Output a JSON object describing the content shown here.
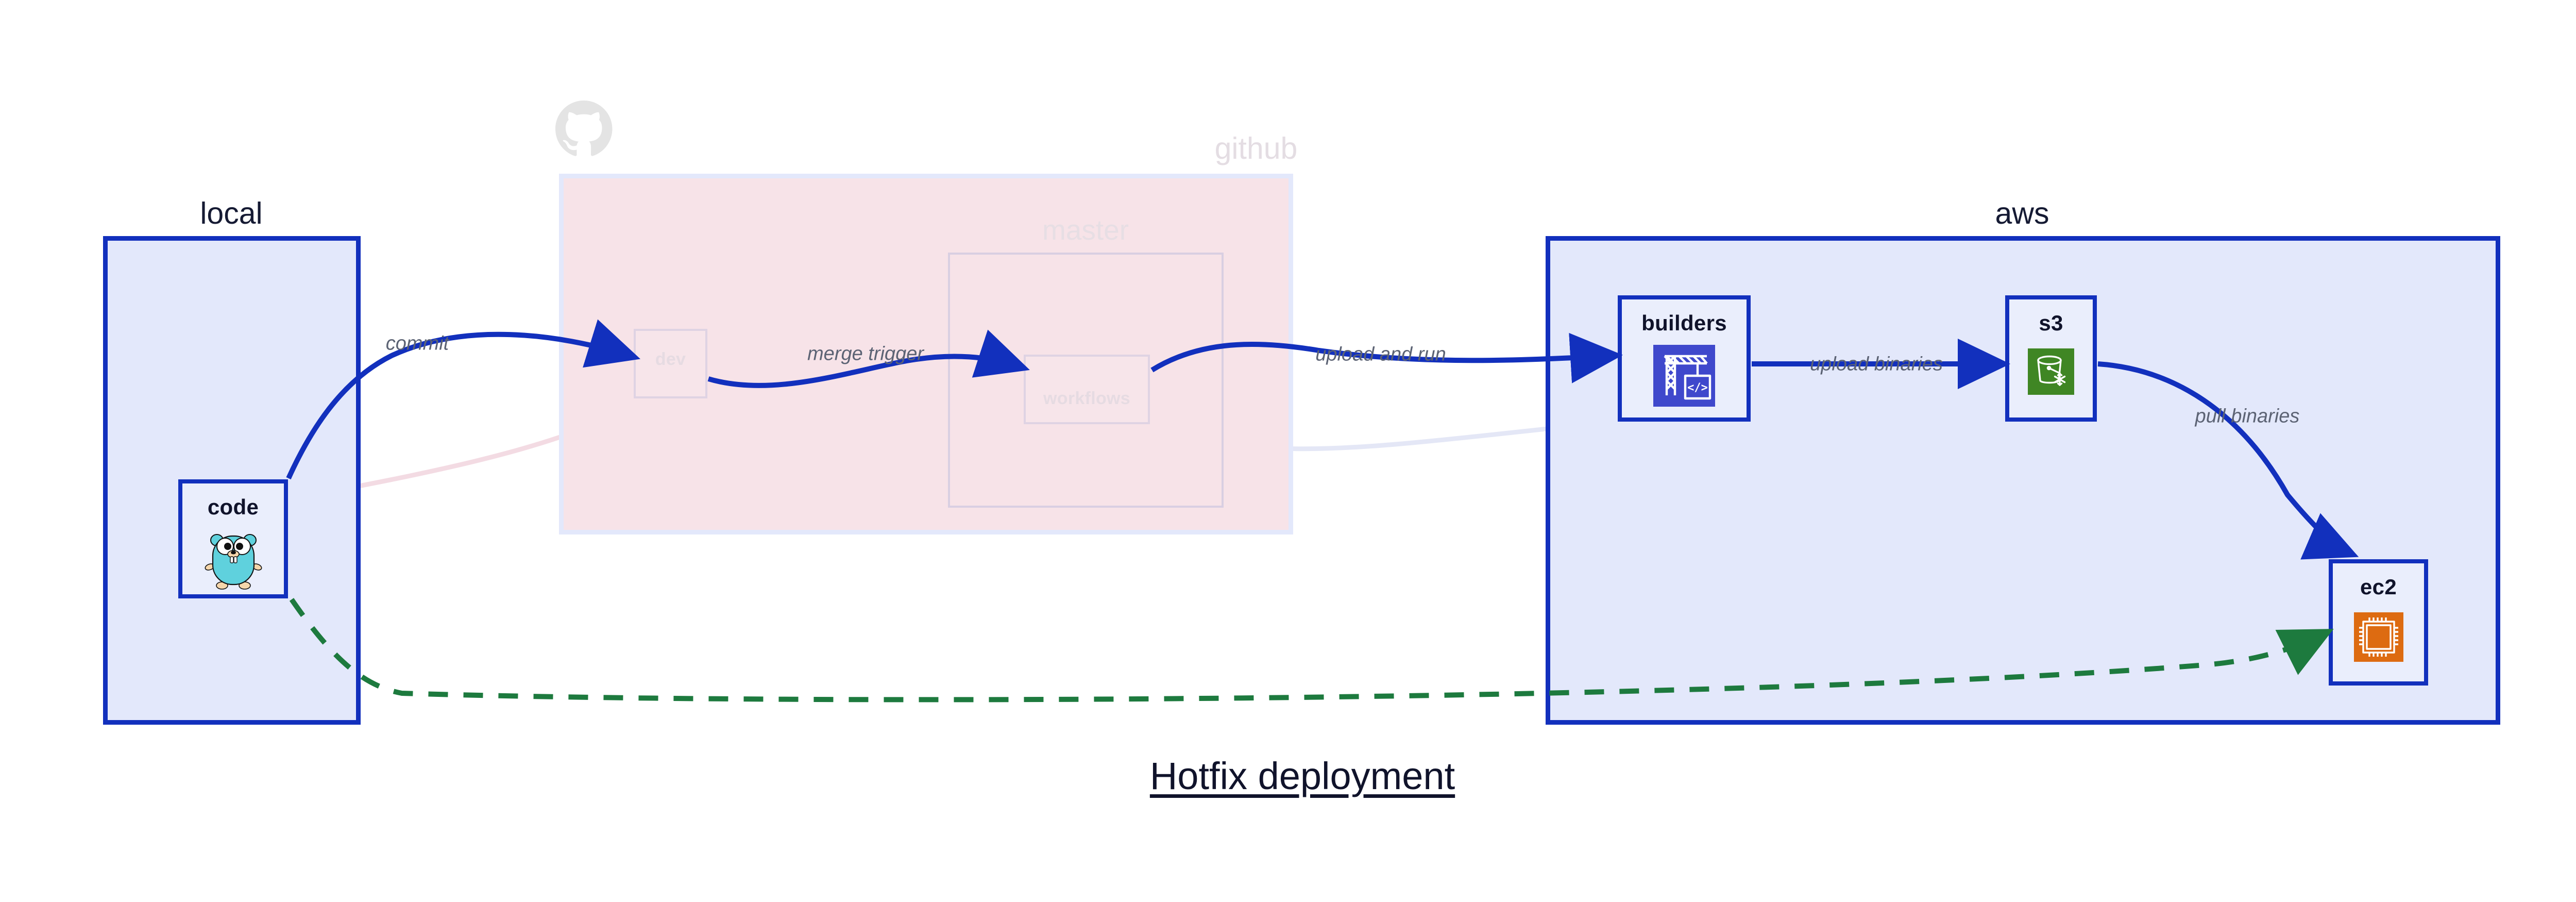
{
  "diagram": {
    "title": "Hotfix deployment",
    "background": "#ffffff",
    "accent_blue": "#1230bd",
    "cluster_fill_blue": "#e3e8fb",
    "cluster_fill_pink": "#f7e3e8",
    "edge_blue": "#1230bd",
    "edge_green": "#1d7a3e",
    "label_gray": "#5c6374"
  },
  "clusters": [
    {
      "id": "local",
      "label": "local",
      "state": "active"
    },
    {
      "id": "github",
      "label": "github",
      "state": "faded",
      "logo": "github-octocat-icon"
    },
    {
      "id": "master",
      "label": "master",
      "state": "faded"
    },
    {
      "id": "aws",
      "label": "aws",
      "state": "active"
    }
  ],
  "nodes": [
    {
      "id": "code",
      "label": "code",
      "cluster": "local",
      "icon": "go-gopher-icon",
      "state": "active"
    },
    {
      "id": "dev",
      "label": "dev",
      "cluster": "github",
      "icon": "none",
      "state": "faded"
    },
    {
      "id": "workflows",
      "label": "workflows",
      "cluster": "master",
      "icon": "none",
      "state": "faded"
    },
    {
      "id": "builders",
      "label": "builders",
      "cluster": "aws",
      "icon": "aws-codebuild-icon",
      "state": "active",
      "icon_color": "#3f48cc"
    },
    {
      "id": "s3",
      "label": "s3",
      "cluster": "aws",
      "icon": "aws-s3-glacier-icon",
      "state": "active",
      "icon_color": "#3f8624"
    },
    {
      "id": "ec2",
      "label": "ec2",
      "cluster": "aws",
      "icon": "aws-ec2-icon",
      "state": "active",
      "icon_color": "#dd6b11"
    }
  ],
  "edges": [
    {
      "id": "e1",
      "from": "code",
      "to": "dev",
      "label": "commit",
      "style": "solid",
      "color": "#1230bd",
      "state": "active"
    },
    {
      "id": "e2",
      "from": "dev",
      "to": "workflows",
      "label": "merge trigger",
      "style": "solid",
      "color": "#1230bd",
      "state": "active"
    },
    {
      "id": "e3",
      "from": "workflows",
      "to": "builders",
      "label": "upload and run",
      "style": "solid",
      "color": "#1230bd",
      "state": "active"
    },
    {
      "id": "e4",
      "from": "builders",
      "to": "s3",
      "label": "upload binaries",
      "style": "solid",
      "color": "#1230bd",
      "state": "active"
    },
    {
      "id": "e5",
      "from": "s3",
      "to": "ec2",
      "label": "pull binaries",
      "style": "solid",
      "color": "#1230bd",
      "state": "active"
    },
    {
      "id": "e6",
      "from": "code",
      "to": "ec2",
      "label": "",
      "style": "dashed",
      "color": "#1d7a3e",
      "state": "active"
    },
    {
      "id": "e7",
      "from": "code",
      "to": "dev",
      "label": "",
      "style": "solid",
      "color": "#f7dfe6",
      "state": "faded"
    },
    {
      "id": "e8",
      "from": "dev",
      "to": "workflows",
      "label": "",
      "style": "solid",
      "color": "#ddd6e8",
      "state": "faded"
    },
    {
      "id": "e9",
      "from": "workflows",
      "to": "builders",
      "label": "",
      "style": "solid",
      "color": "#e4e7f6",
      "state": "faded"
    }
  ]
}
